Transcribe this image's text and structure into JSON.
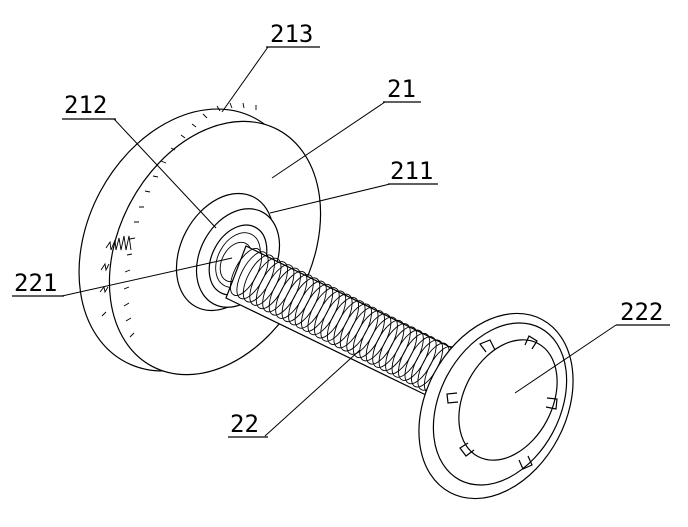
{
  "labels": {
    "l213": "213",
    "l212": "212",
    "l21": "21",
    "l211": "211",
    "l221": "221",
    "l222": "222",
    "l22": "22"
  }
}
